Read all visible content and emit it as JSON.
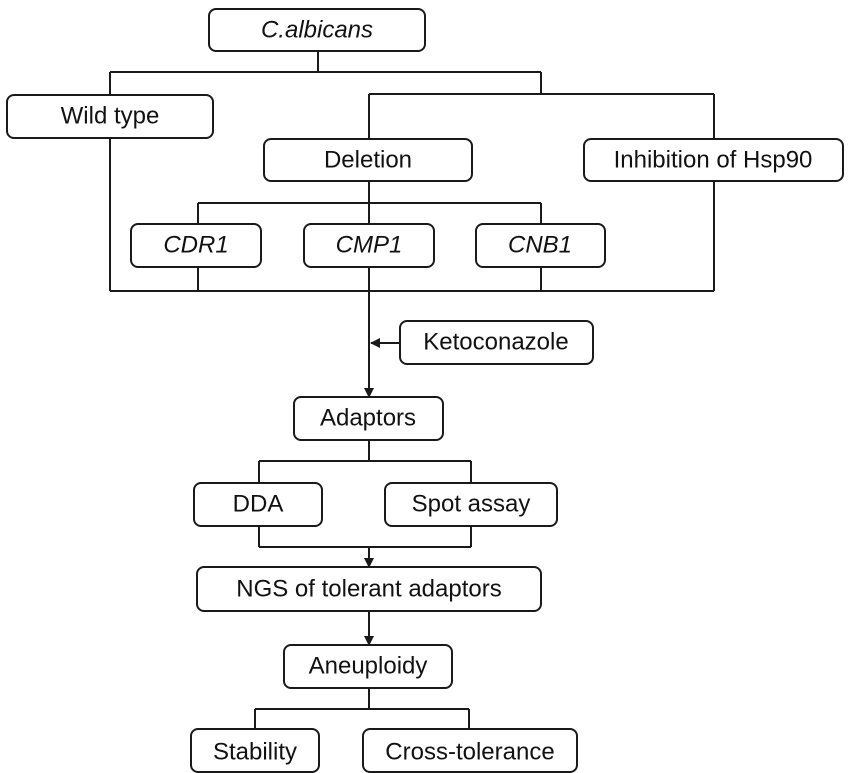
{
  "nodes": {
    "c_albicans": "C.albicans",
    "wild_type": "Wild type",
    "deletion": "Deletion",
    "inhibition_hsp90": "Inhibition of Hsp90",
    "cdr1": "CDR1",
    "cmp1": "CMP1",
    "cnb1": "CNB1",
    "ketoconazole": "Ketoconazole",
    "adaptors": "Adaptors",
    "dda": "DDA",
    "spot_assay": "Spot assay",
    "ngs": "NGS of tolerant adaptors",
    "aneuploidy": "Aneuploidy",
    "stability": "Stability",
    "cross_tolerance": "Cross-tolerance"
  },
  "colors": {
    "stroke": "#1a1a1a",
    "text": "#111111",
    "box_fill": "#ffffff"
  }
}
